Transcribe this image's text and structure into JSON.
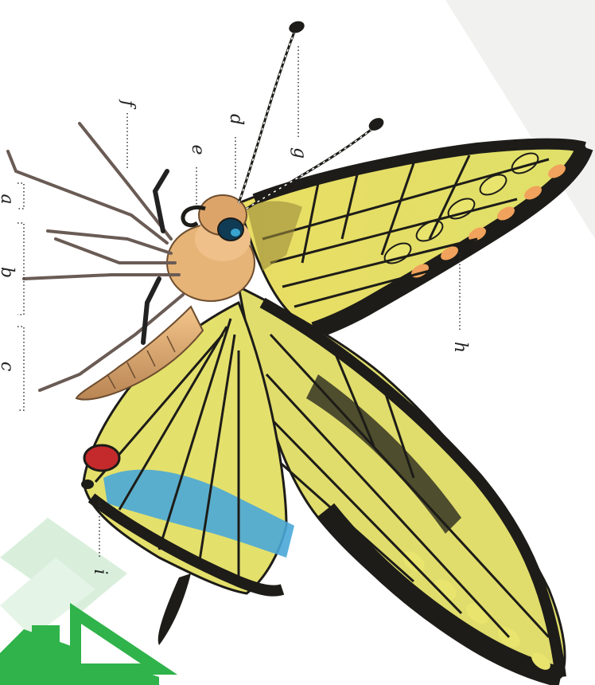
{
  "labels": {
    "a": "a",
    "b": "b",
    "c": "c",
    "d": "d",
    "e": "e",
    "f": "f",
    "g": "g",
    "h": "h",
    "i": "i"
  },
  "colors": {
    "wing_yellow": "#e7e46a",
    "wing_black": "#1d1c18",
    "blue_band": "#4aa9d8",
    "red_spot": "#c42a2c",
    "orange_lunule": "#f1a25c",
    "body": "#c89a5c",
    "logo_green": "#2fb34a"
  }
}
